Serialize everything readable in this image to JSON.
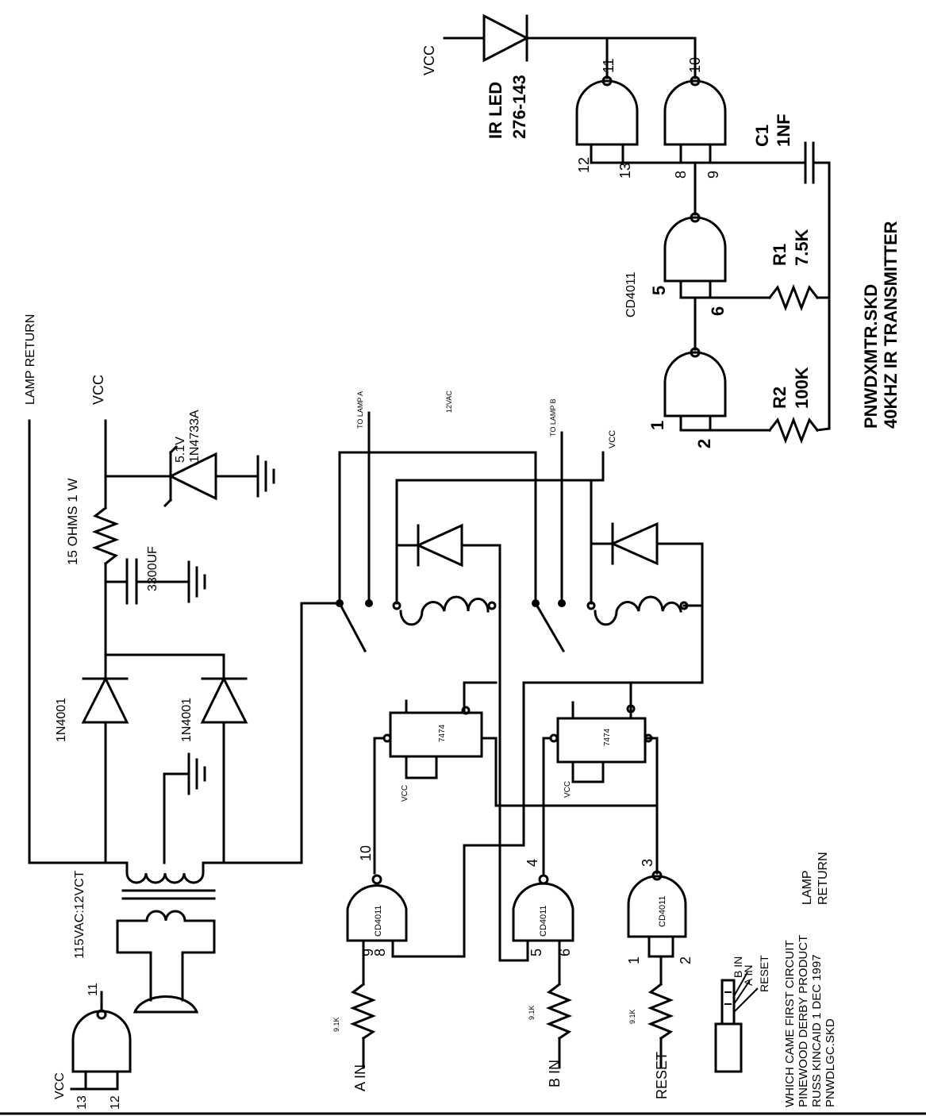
{
  "labels": {
    "vcc": "VCC",
    "ir_led": "IR LED",
    "ir_led_part": "276-143",
    "c1": "C1",
    "c1_value": "1NF",
    "r1": "R1",
    "r1_value": "7.5K",
    "r2": "R2",
    "r2_value": "100K",
    "cd4011": "CD4011",
    "tx_file": "PNWDXMTR.SKD",
    "tx_title": "40KHZ IR TRANSMITTER",
    "lamp_return": "LAMP RETURN",
    "lamp": "LAMP",
    "return": "RETURN",
    "resistor_15": "15 OHMS 1 W",
    "cap_3300": "3300UF",
    "zener_v": "5.1V",
    "zener_part": "1N4733A",
    "diode_1n4001": "1N4001",
    "transformer": "115VAC:12VCT",
    "to_lamp_a": "TO LAMP A",
    "to_lamp_b": "TO LAMP B",
    "ac12": "12VAC",
    "ic7474": "7474",
    "r91k": "9.1K",
    "a_in": "A IN",
    "b_in": "B IN",
    "reset": "RESET",
    "jack_b": "B IN",
    "jack_a": "A IN",
    "jack_reset": "RESET",
    "credit1": "WHICH CAME FIRST CIRCUIT",
    "credit2": "PINEWOOD DERBY PRODUCT",
    "credit3": "RUSS KINCAID  1 DEC 1997",
    "credit4": "PNWDLGC.SKD"
  },
  "pins": {
    "p1": "1",
    "p2": "2",
    "p3": "3",
    "p4": "4",
    "p5": "5",
    "p6": "6",
    "p8": "8",
    "p9": "9",
    "p10": "10",
    "p11": "11",
    "p12": "12",
    "p13": "13"
  }
}
